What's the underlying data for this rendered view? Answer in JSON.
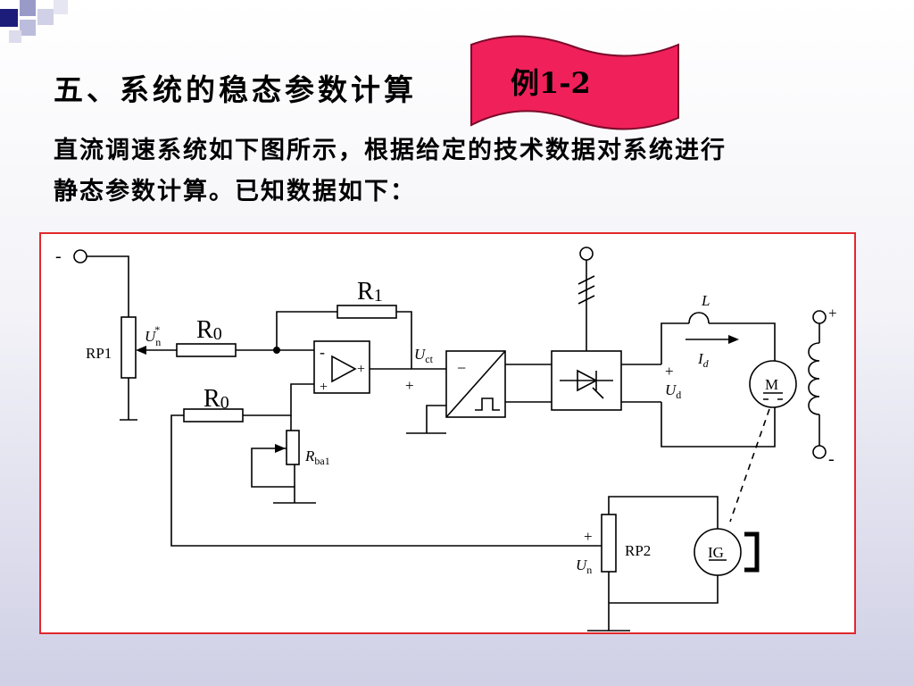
{
  "slide": {
    "title": "五、系统的稳态参数计算",
    "banner": "例1-2",
    "intro_line1": "直流调速系统如下图所示，根据给定的技术数据对系统进行",
    "intro_line2": "静态参数计算。已知数据如下："
  },
  "diagram": {
    "terminal_minus_left": "-",
    "rp1": "RP1",
    "un_star_main": "U",
    "un_star_sub": "n",
    "un_star_sup": "*",
    "r0_top": "R",
    "r0_top_sub": "0",
    "r1": "R",
    "r1_sub": "1",
    "r0_bottom": "R",
    "r0_bottom_sub": "0",
    "opamp_minus": "-",
    "opamp_plus_out": "+",
    "opamp_plus_in": "+",
    "rba1_main": "R",
    "rba1_sub": "ba1",
    "uct_main": "U",
    "uct_sub": "ct",
    "uct_plus": "+",
    "trigger_minus": "−",
    "ud_plus": "+",
    "ud_main": "U",
    "ud_sub": "d",
    "inductor_L": "L",
    "id_main": "I",
    "id_sub": "d",
    "motor": "M",
    "field_plus": "+",
    "field_minus": "-",
    "tach": "IG",
    "rp2": "RP2",
    "un_plus": "+",
    "un_main": "U",
    "un_sub": "n"
  }
}
